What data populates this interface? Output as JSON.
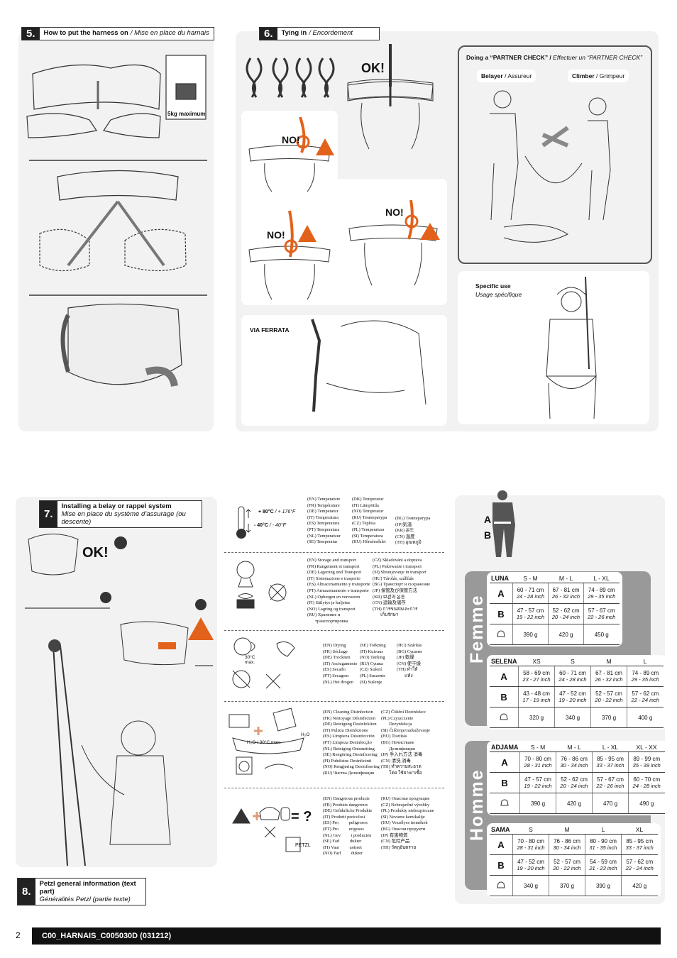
{
  "page_number": "2",
  "footer_code": "C00_HARNAIS_C005030D (031212)",
  "step5": {
    "num": "5.",
    "title": "How to put the harness on",
    "title_fr": "/ Mise en place du harnais",
    "weight_note": "5kg maximum"
  },
  "step6": {
    "num": "6.",
    "title": "Tying in",
    "title_fr": "/ Encordement",
    "ok_label": "OK!",
    "no_label": "NO!",
    "via_ferrata": "VIA FERRATA",
    "partner_check_title": "Doing a “PARTNER CHECK” /",
    "partner_check_fr": "Effectuer un “PARTNER CHECK”",
    "belayer": "Belayer",
    "belayer_fr": "/ Assureur",
    "climber": "Climber",
    "climber_fr": "/ Grimpeur",
    "specific_use": "Specific use",
    "specific_use_fr": "Usage spécifique"
  },
  "step7": {
    "num": "7.",
    "title": "Installing a belay or rappel system",
    "title_fr": "Mise en place du système d’assurage (ou descente)",
    "ok_label": "OK!"
  },
  "step8": {
    "num": "8.",
    "title": "Petzl general information (text part)",
    "title_fr": "Généralités Petzl (partie texte)"
  },
  "temperature": {
    "hot": "+ 80°C",
    "hot_f": "/ + 176°F",
    "cold": "- 40°C",
    "cold_f": "/ - 40°F",
    "col1": "(EN) Temperature\n(FR) Température\n(DE) Temperatur\n(IT) Temperatura\n(ES) Temperatura\n(PT) Temperatura\n(NL) Temperatuur\n(SE) Temperatur",
    "col2": "(DK) Temperatur\n(FI) Lämpötila\n(NO) Temperatur\n(RU) Температура\n(CZ) Teplota\n(PL) Temperatura\n(SI) Temperatura\n(HU) Hőmérséklet",
    "col3": "(BG) Температура\n(JP)気温\n(KR) 온도\n(CN) 温度\n(TH) อุณหภูมิ"
  },
  "storage": {
    "col1": "(EN) Storage and transport\n(FR) Rangement et transport\n(DE) Lagerung und Transport\n(IT) Sistemazione e trasporto\n(ES) Almacenamiento y transporte\n(PT) Armazenamento e transporte\n(NL) Opbergen en vervoeren\n(FI) Säilytys ja kuljetus\n(NO) Lagring og transport\n(RU) Хранение и\n       транспортировка",
    "col2": "(CZ) Skladování a doprava\n(PL) Pakowanie i transport\n(SI) Shranjevanje in transport\n(HU) Tárolás, szállítás\n(BG) Транспорт и съхранение\n(JP) 保管及び保管方法\n(KR) 보관과 운송\n(CN) 运输及储存\n(TH) การขนส่งและการ\n       เก็บรักษา"
  },
  "drying": {
    "temp": "30°C\nmax.",
    "col1": "(EN) Drying\n(FR) Séchage\n(DE) Trocknen\n(IT) Asciugamento\n(ES) Secado\n(PT) Secagem\n(NL) Het drogen",
    "col2": "(SE) Torkning\n(FI) Kuivaus\n(NO) Tørking\n(RU) Сушка\n(CZ) Sušení\n(PL) Suszenie\n(SI) Sušenje",
    "col3": "(HU) Szárítás\n(BG) Сушене\n(JP) 乾燥\n(CN) 使干燥\n(TH) ทำให้\n       แห้ง"
  },
  "cleaning": {
    "wash": "H₂O / 30°C max.",
    "h2o": "H₂O",
    "col1": "(EN) Cleaning Disinfection\n(FR) Nettoyage Désinfection\n(DE) Reinigung Desinfektion\n(IT) Pulizia Disinfezione\n(ES) Limpieza Desinfección\n(PT) Limpeza Desinfecção\n(NL) Reiniging Ontsmetting\n(SE) Rengöring Desinficering\n(FI) Puhdistus Desinfiointi\n(NO) Rengjøring Desinfisering\n(RU) Чистка Дезинфекция",
    "col2": "(CZ) Čištění Dezinfekce\n(PL) Czyszczenie\n       Dezynfekcja\n(SI) Čiščenje/razkuževanje\n(HU) Tisztítás\n(BG) Почистване\n       Дезинфекция\n(JP) 手入れ方法 消毒\n(CN) 清洗 消毒\n(TH) ทำความสะอาด\n       โดย ใช้ยาฆ่าเชื้อ"
  },
  "dangerous": {
    "brand": "PETZL",
    "col1": "(EN) Dangerous products\n(FR) Produits dangereux\n(DE) Gefährliche Produkte\n(IT) Prodotti pericolosi\n(ES) Pro         peligrosos\n(PT) Pro         erigosos\n(NL) Gev         i producten\n(SE) Farl         dukter\n(FI) Vaar         uotteet\n(NO) Farl         dukter",
    "col2": "(RU) Опасная продукция\n(CZ) Nebezpečné výrobky\n(PL) Produkty niebezpieczne\n(SI) Nevarne kemikalije\n(HU) Veszélyes termékek\n(BG) Опасни продукти\n(JP) 有害物質\n(CN) 危险产品\n(TH) วัตถุอันตราย"
  },
  "sizes": {
    "femme": "Femme",
    "homme": "Homme",
    "a": "A",
    "b": "B",
    "tables": [
      {
        "name": "LUNA",
        "sizes": [
          "S - M",
          "M - L",
          "L - XL"
        ],
        "a": [
          [
            "60 - 71 cm",
            "24 - 28 inch"
          ],
          [
            "67 - 81 cm",
            "26 - 32 inch"
          ],
          [
            "74 - 89 cm",
            "29 - 35 inch"
          ]
        ],
        "b": [
          [
            "47 - 57 cm",
            "19 - 22 inch"
          ],
          [
            "52 - 62 cm",
            "20 - 24 inch"
          ],
          [
            "57 - 67 cm",
            "22 - 26 inch"
          ]
        ],
        "w": [
          "390 g",
          "420 g",
          "450 g"
        ]
      },
      {
        "name": "SELENA",
        "sizes": [
          "XS",
          "S",
          "M",
          "L"
        ],
        "a": [
          [
            "58 - 69 cm",
            "23 - 27 inch"
          ],
          [
            "60 - 71 cm",
            "24 - 28 inch"
          ],
          [
            "67 - 81 cm",
            "26 - 32 inch"
          ],
          [
            "74 - 89 cm",
            "29 - 35 inch"
          ]
        ],
        "b": [
          [
            "43 - 48 cm",
            "17 - 19 inch"
          ],
          [
            "47 - 52 cm",
            "19 - 20 inch"
          ],
          [
            "52 - 57 cm",
            "20 - 22 inch"
          ],
          [
            "57 - 62 cm",
            "22 - 24 inch"
          ]
        ],
        "w": [
          "320 g",
          "340 g",
          "370 g",
          "400 g"
        ]
      },
      {
        "name": "ADJAMA",
        "sizes": [
          "S - M",
          "M - L",
          "L - XL",
          "XL - XX"
        ],
        "a": [
          [
            "70 - 80 cm",
            "28 - 31 inch"
          ],
          [
            "76 - 86 cm",
            "30 - 34 inch"
          ],
          [
            "85 - 95 cm",
            "33 - 37 inch"
          ],
          [
            "89 - 99 cm",
            "35 - 39 inch"
          ]
        ],
        "b": [
          [
            "47 - 57 cm",
            "19 - 22 inch"
          ],
          [
            "52 - 62 cm",
            "20 - 24 inch"
          ],
          [
            "57 - 67 cm",
            "22 - 26 inch"
          ],
          [
            "60 - 70 cm",
            "24 - 28 inch"
          ]
        ],
        "w": [
          "390 g",
          "420 g",
          "470 g",
          "490 g"
        ]
      },
      {
        "name": "SAMA",
        "sizes": [
          "S",
          "M",
          "L",
          "XL"
        ],
        "a": [
          [
            "70 - 80 cm",
            "28 - 31 inch"
          ],
          [
            "76 - 86 cm",
            "30 - 34 inch"
          ],
          [
            "80 - 90 cm",
            "31 - 35 inch"
          ],
          [
            "85 - 95 cm",
            "33 - 37 inch"
          ]
        ],
        "b": [
          [
            "47 - 52 cm",
            "19 - 20 inch"
          ],
          [
            "52 - 57 cm",
            "20 - 22 inch"
          ],
          [
            "54 - 59 cm",
            "21 - 23 inch"
          ],
          [
            "57 - 62 cm",
            "22 - 24 inch"
          ]
        ],
        "w": [
          "340 g",
          "370 g",
          "390 g",
          "420 g"
        ]
      }
    ]
  }
}
